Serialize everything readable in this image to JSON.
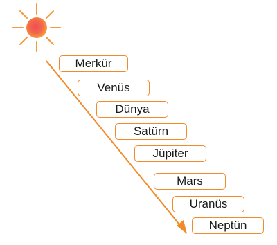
{
  "diagram": {
    "planets": [
      "Merkür",
      "Venüs",
      "Dünya",
      "Satürn",
      "Jüpiter",
      "Mars",
      "Uranüs",
      "Neptün"
    ],
    "colors": {
      "sun_core": "#f25a55",
      "sun_glow": "#f7a640",
      "rays": "#f39a3a",
      "arrow": "#f08a2a",
      "box_border": "#f08a2a",
      "text": "#1a1a1a"
    },
    "icons": {
      "sun": "sun-icon",
      "arrow": "arrow-down-right-icon"
    }
  }
}
